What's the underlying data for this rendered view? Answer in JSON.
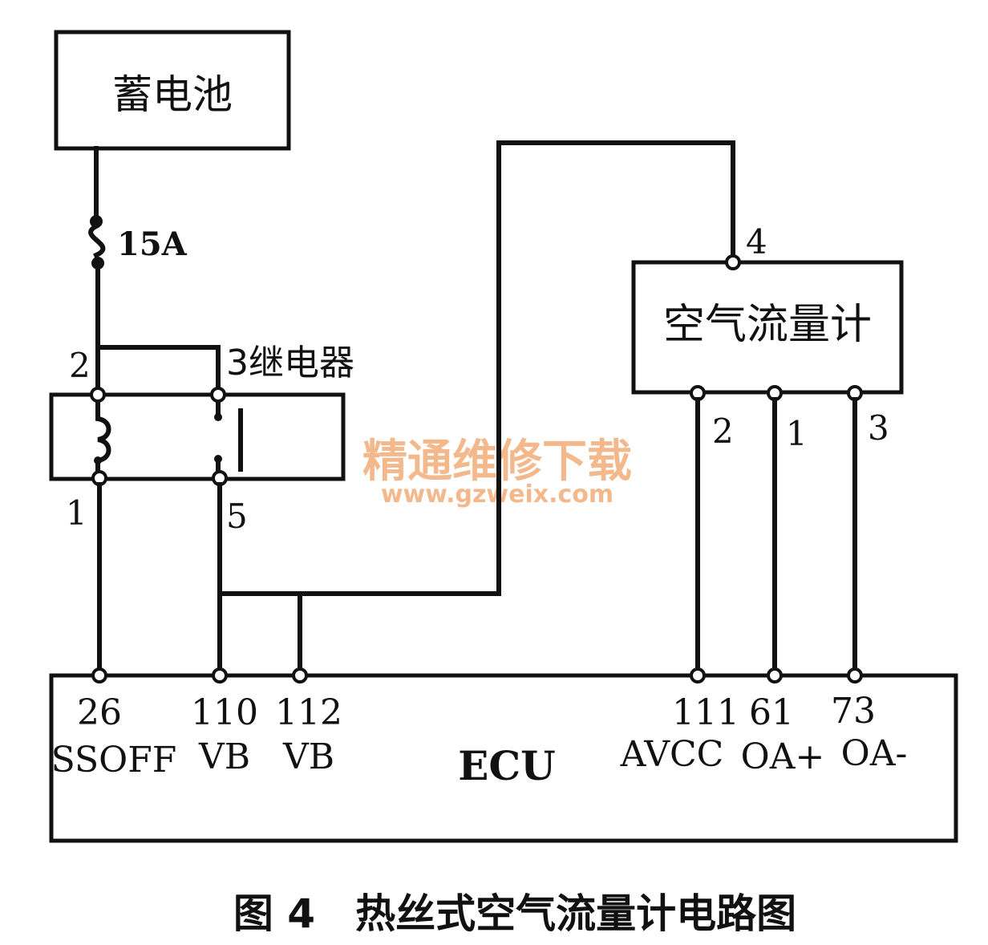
{
  "battery": {
    "label": "蓄电池"
  },
  "fuse": {
    "label": "15A"
  },
  "relay": {
    "label": "3继电器",
    "pin_2": "2",
    "pin_1": "1",
    "pin_5": "5"
  },
  "maf": {
    "label": "空气流量计",
    "pin_4": "4",
    "pin_2": "2",
    "pin_1": "1",
    "pin_3": "3"
  },
  "ecu": {
    "label": "ECU",
    "pins": [
      {
        "number": "26",
        "signal": "SSOFF"
      },
      {
        "number": "110",
        "signal": "VB"
      },
      {
        "number": "112",
        "signal": "VB"
      },
      {
        "number": "111",
        "signal": "AVCC"
      },
      {
        "number": "61",
        "signal": "OA+"
      },
      {
        "number": "73",
        "signal": "OA-"
      }
    ]
  },
  "watermark": {
    "line1": "精通维修下载",
    "line2": "www.gzweix.com",
    "color": "#f3b98c"
  },
  "caption": "图 4　热丝式空气流量计电路图"
}
